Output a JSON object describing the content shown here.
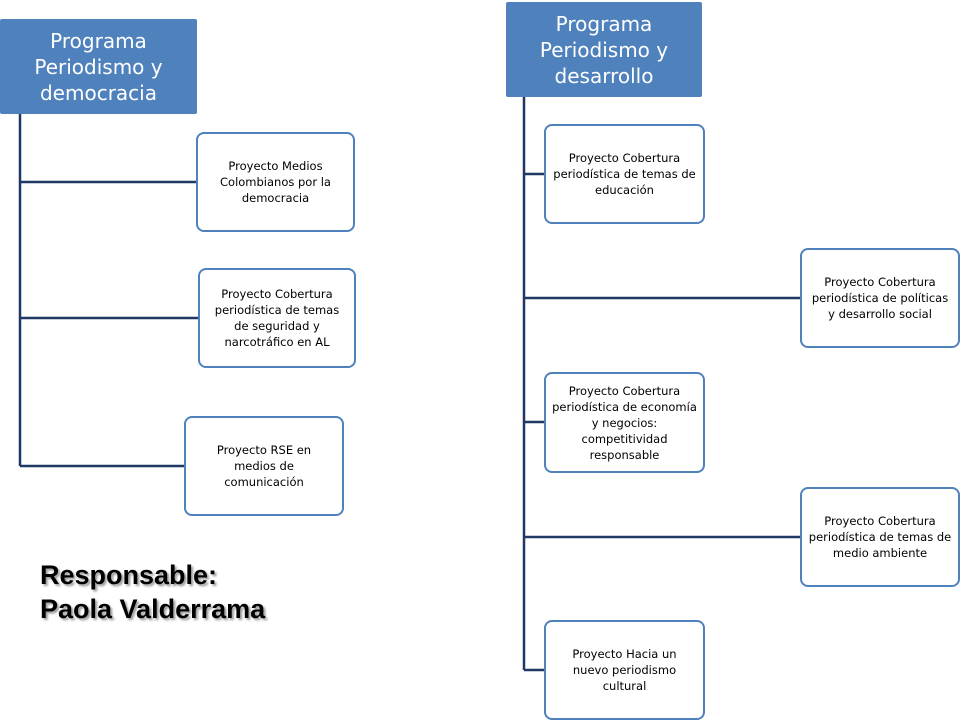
{
  "program_left": {
    "title": "Programa Periodismo y democracia",
    "projects": [
      "Proyecto Medios Colombianos por la democracia",
      "Proyecto Cobertura periodística de temas de seguridad y narcotráfico en AL",
      "Proyecto RSE en medios de comunicación"
    ]
  },
  "program_right": {
    "title": "Programa Periodismo y desarrollo",
    "projects": [
      "Proyecto Cobertura periodística de temas de educación",
      "Proyecto Cobertura periodística de políticas y desarrollo social",
      "Proyecto Cobertura periodística de economía y negocios: competitividad responsable",
      "Proyecto Cobertura periodística de temas de medio ambiente",
      "Proyecto Hacia un nuevo periodismo cultural"
    ]
  },
  "responsable": {
    "label": "Responsable:",
    "name": "Paola Valderrama"
  },
  "colors": {
    "program_fill": "#4f81bd",
    "border": "#4f81bd",
    "connector": "#1f3864"
  }
}
